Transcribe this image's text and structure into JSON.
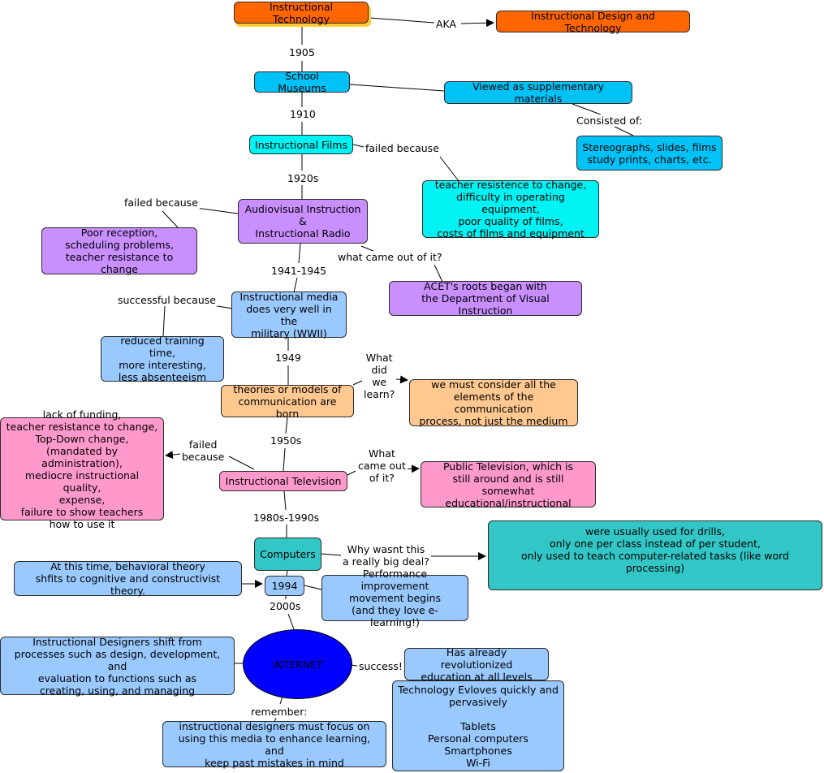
{
  "nodes": {
    "instructional_technology": "Instructional Technology",
    "aka_target": "Instructional Design and Technology",
    "school_museums": "School Museums",
    "viewed_as": "Viewed as supplementary materials",
    "stereographs": "Stereographs, slides, films\nstudy prints, charts, etc.",
    "instructional_films": "Instructional Films",
    "teacher_resistence": "teacher resistence to change,\ndifficulty in operating equipment,\npoor quality of films,\ncosts of films and equipment",
    "audiovisual": "Audiovisual Instruction\n&\nInstructional Radio",
    "poor_reception": "Poor reception,\nscheduling problems,\nteacher resistance to change",
    "acet_roots": "ACET's roots began with\nthe Department of Visual Instruction",
    "military": "Instructional media\ndoes very well in the\nmilitary (WWII)",
    "reduced_training": "reduced training time,\nmore interesting,\nless absenteeism",
    "theories": "theories or models of\ncommunication are born",
    "must_consider": "we must consider all the\nelements of the communication\nprocess, not just the medium",
    "lack_of_funding": "lack of funding,\nteacher resistance to change,\nTop-Down change,\n(mandated by administration),\nmediocre instructional quality,\nexpense,\nfailure to show teachers\nhow to use it",
    "itv": "Instructional Television",
    "public_tv": "Public Television, which is\nstill around and is still somewhat\neducational/instructional",
    "computers": "Computers",
    "drills": "were usually used for drills,\nonly one per class instead of per student,\nonly used to teach computer-related tasks (like word processing)",
    "behavioral": "At this time, behavioral theory\nshfits to cognitive and constructivist theory.",
    "y1994": "1994",
    "performance": "Performance improvement\nmovement begins\n(and they love e-learning!)",
    "internet": "INTERNET",
    "designers_shift": "Instructional Designers shift from\nprocesses such as design, development, and\nevaluation to functions such as\ncreating, using, and managing",
    "revolutionized": "Has already revolutionized\neducation at all levels",
    "evolves": "Technology Evloves quickly and\npervasively\n\nTablets\nPersonal computers\nSmartphones\nWi-Fi",
    "must_focus": "instructional designers must focus on\nusing this media to enhance learning, and\nkeep past mistakes in mind"
  },
  "labels": {
    "aka": "AKA",
    "y1905": "1905",
    "y1910": "1910",
    "consisted_of": "Consisted of:",
    "failed_because_films": "failed because",
    "y1920s": "1920s",
    "failed_because_av": "failed because",
    "what_came_out_av": "what came out of it?",
    "y1941_1945": "1941-1945",
    "successful_because": "successful because",
    "y1949": "1949",
    "what_did_we_learn": "What\ndid\nwe\nlearn?",
    "y1950s": "1950s",
    "failed_because_itv": "failed\nbecause",
    "what_came_out_itv": "What\ncame out\nof it?",
    "y1980s_1990s": "1980s-1990s",
    "why_wasnt": "Why wasnt this\na really big deal?",
    "y2000s": "2000s",
    "success": "success!",
    "remember": "remember:"
  },
  "colors": {
    "orange": "#ff6600",
    "sky_blue": "#00c2f6",
    "cyan": "#00f2f2",
    "violet": "#c98fff",
    "light_blue": "#99c9ff",
    "peach": "#ffc890",
    "pink": "#ff99cc",
    "teal": "#33c6c6",
    "internet_blue": "#0000ff",
    "highlight": "#ffcc33"
  }
}
